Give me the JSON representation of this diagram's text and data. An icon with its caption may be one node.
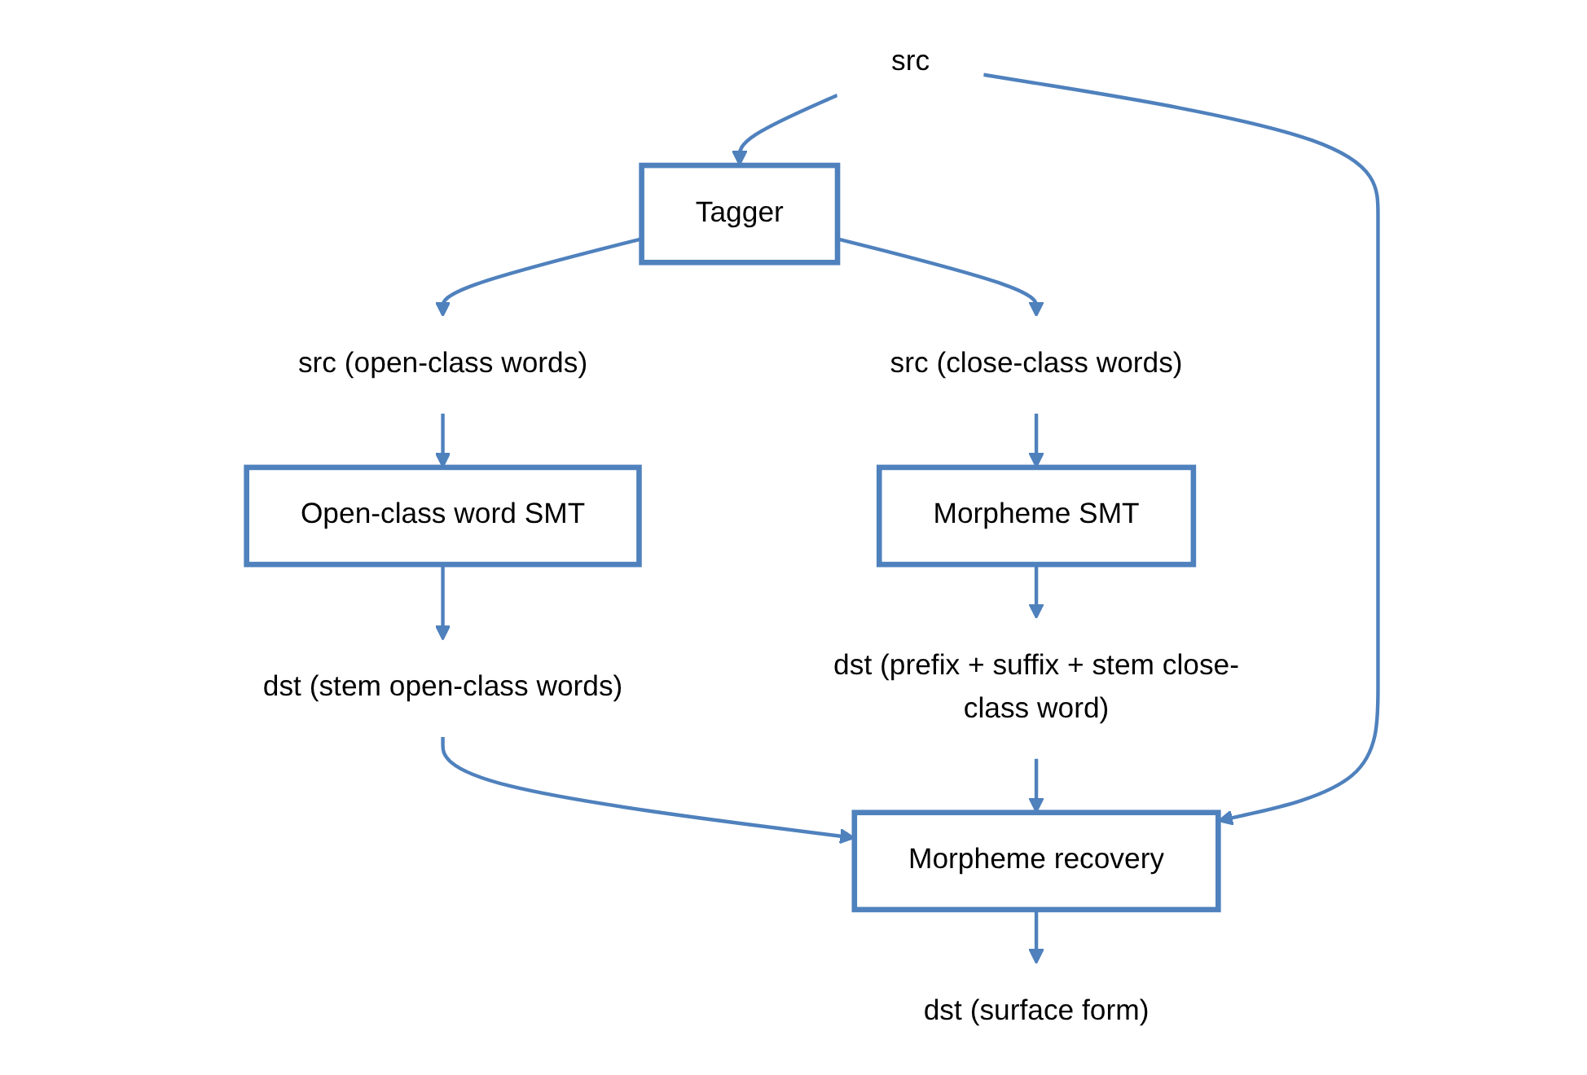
{
  "diagram": {
    "nodes": [
      {
        "text": [
          "src"
        ]
      },
      {
        "text": [
          "Tagger"
        ]
      },
      {
        "text": [
          "src (open-class words)"
        ]
      },
      {
        "text": [
          "src (close-class words)"
        ]
      },
      {
        "text": [
          "Open-class word SMT"
        ]
      },
      {
        "text": [
          "Morpheme SMT"
        ]
      },
      {
        "text": [
          "dst (stem open-class words)"
        ]
      },
      {
        "text": [
          "dst (prefix + suffix + stem close-class word)"
        ]
      },
      {
        "text": [
          "Morpheme recovery"
        ]
      },
      {
        "text": [
          "dst (surface form)"
        ]
      }
    ],
    "edges": [
      {
        "from": 0,
        "to": 1,
        "arrow": "to"
      },
      {
        "from": 1,
        "to": 2,
        "arrow": "to"
      },
      {
        "from": 1,
        "to": 3,
        "arrow": "to"
      },
      {
        "from": 2,
        "to": 4,
        "arrow": "to"
      },
      {
        "from": 3,
        "to": 5,
        "arrow": "to"
      },
      {
        "from": 4,
        "to": 6,
        "arrow": "to"
      },
      {
        "from": 5,
        "to": 7,
        "arrow": "to"
      },
      {
        "from": 6,
        "to": 8,
        "arrow": "to"
      },
      {
        "from": 7,
        "to": 8,
        "arrow": "to"
      },
      {
        "from": 8,
        "to": 9,
        "arrow": "to"
      },
      {
        "from": 0,
        "to": 8,
        "arrow": "to"
      }
    ]
  }
}
